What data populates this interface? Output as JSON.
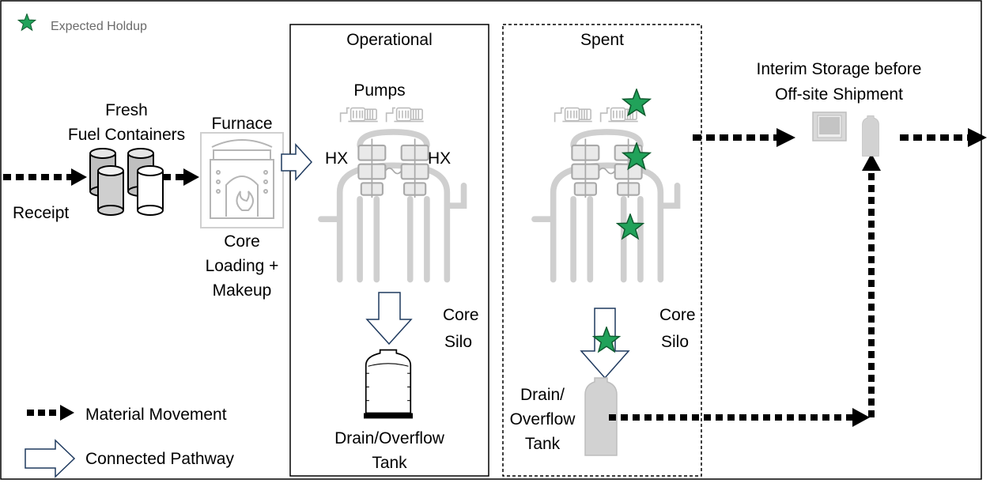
{
  "legend": {
    "holdup": "Expected Holdup",
    "material_movement": "Material Movement",
    "connected_pathway": "Connected Pathway"
  },
  "receipt": "Receipt",
  "fresh_fuel": {
    "line1": "Fresh",
    "line2": "Fuel Containers"
  },
  "furnace": "Furnace",
  "core_loading": {
    "line1": "Core",
    "line2": "Loading +",
    "line3": "Makeup"
  },
  "operational": {
    "title": "Operational",
    "pumps": "Pumps",
    "hx_left": "HX",
    "hx_right": "HX",
    "core_silo": {
      "line1": "Core",
      "line2": "Silo"
    },
    "tank": {
      "line1": "Drain/Overflow",
      "line2": "Tank"
    }
  },
  "spent": {
    "title": "Spent",
    "core_silo": {
      "line1": "Core",
      "line2": "Silo"
    },
    "tank": {
      "line1": "Drain/",
      "line2": "Overflow",
      "line3": "Tank"
    }
  },
  "interim": {
    "line1": "Interim Storage before",
    "line2": "Off-site Shipment"
  },
  "colors": {
    "star": "#21a25a",
    "icon_gray": "#c8c8c8",
    "arrow": "#000000"
  }
}
